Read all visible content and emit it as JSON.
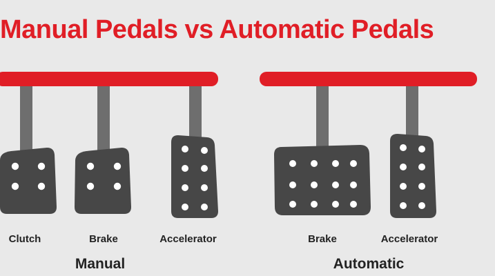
{
  "title": "Manual Pedals vs Automatic Pedals",
  "colors": {
    "accent": "#e01e26",
    "pedal": "#474747",
    "stem": "#6e6e6e",
    "dot": "#ffffff",
    "background": "#e9e9e9"
  },
  "groups": [
    {
      "label": "Manual",
      "pedals": [
        {
          "label": "Clutch"
        },
        {
          "label": "Brake"
        },
        {
          "label": "Accelerator"
        }
      ]
    },
    {
      "label": "Automatic",
      "pedals": [
        {
          "label": "Brake"
        },
        {
          "label": "Accelerator"
        }
      ]
    }
  ]
}
